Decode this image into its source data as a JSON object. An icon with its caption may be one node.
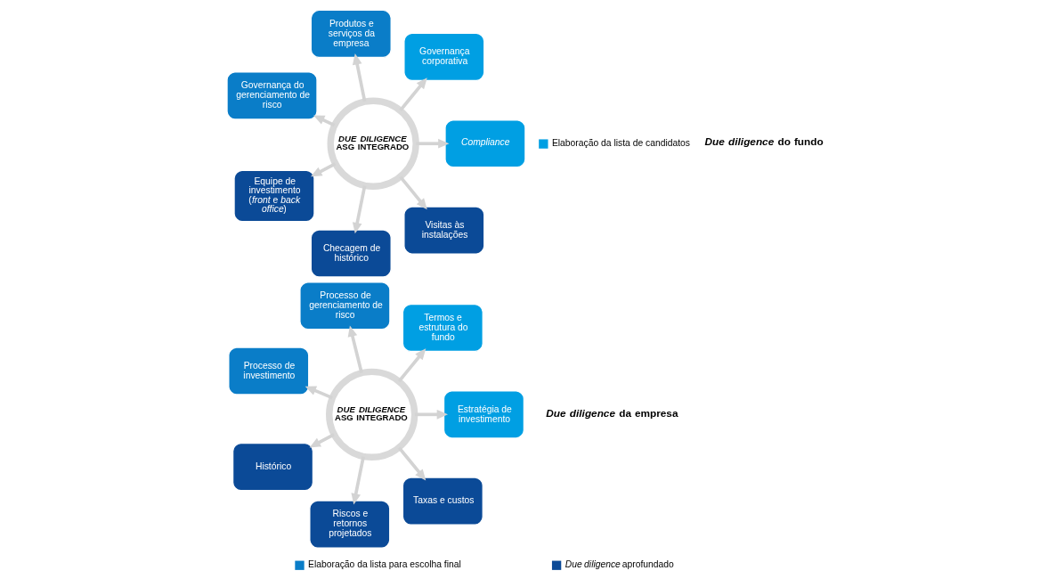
{
  "diagram": {
    "nodes": [
      {
        "text": [
          "*DUE DILIGENCE* ASG INTEGRADO"
        ]
      },
      {
        "text": [
          "Compliance"
        ]
      },
      {
        "text": [
          "Governança corporativa"
        ]
      },
      {
        "text": [
          "Produtos e serviços da empresa"
        ]
      },
      {
        "text": [
          "Governança do gerenciamento de risco"
        ]
      },
      {
        "text": [
          "Equipe de investimento (*front* e *back office*)"
        ]
      },
      {
        "text": [
          "Checagem de histórico"
        ]
      },
      {
        "text": [
          "Visitas às instalações"
        ]
      },
      {
        "text": [
          "*DUE DILIGENCE* ASG INTEGRADO"
        ]
      },
      {
        "text": [
          "Estratégia de investimento"
        ]
      },
      {
        "text": [
          "Termos e estrutura do fundo"
        ]
      },
      {
        "text": [
          "Processo de gerenciamento de risco"
        ]
      },
      {
        "text": [
          "Processo de investimento"
        ]
      },
      {
        "text": [
          "Histórico"
        ]
      },
      {
        "text": [
          "Riscos e retornos projetados"
        ]
      },
      {
        "text": [
          "Taxas e custos"
        ]
      }
    ],
    "edges": [
      {
        "from": 0,
        "to": 1,
        "arrow": "to"
      },
      {
        "from": 0,
        "to": 2,
        "arrow": "to"
      },
      {
        "from": 0,
        "to": 3,
        "arrow": "to"
      },
      {
        "from": 0,
        "to": 4,
        "arrow": "to"
      },
      {
        "from": 0,
        "to": 5,
        "arrow": "to"
      },
      {
        "from": 0,
        "to": 6,
        "arrow": "to"
      },
      {
        "from": 0,
        "to": 7,
        "arrow": "to"
      },
      {
        "from": 8,
        "to": 9,
        "arrow": "to"
      },
      {
        "from": 8,
        "to": 10,
        "arrow": "to"
      },
      {
        "from": 8,
        "to": 11,
        "arrow": "to"
      },
      {
        "from": 8,
        "to": 12,
        "arrow": "to"
      },
      {
        "from": 8,
        "to": 13,
        "arrow": "to"
      },
      {
        "from": 8,
        "to": 14,
        "arrow": "to"
      },
      {
        "from": 8,
        "to": 15,
        "arrow": "to"
      }
    ],
    "labels": [
      "*Due diligence* da empresa",
      "*Due diligence* do fundo"
    ],
    "legend": [
      {
        "text": "Elaboração da lista de candidatos",
        "color": "#009fe3"
      },
      {
        "text": "Elaboração da lista para escolha final",
        "color": "#0a7dc8"
      },
      {
        "text": "*Due diligence* aprofundado",
        "color": "#0b4a97"
      }
    ]
  }
}
